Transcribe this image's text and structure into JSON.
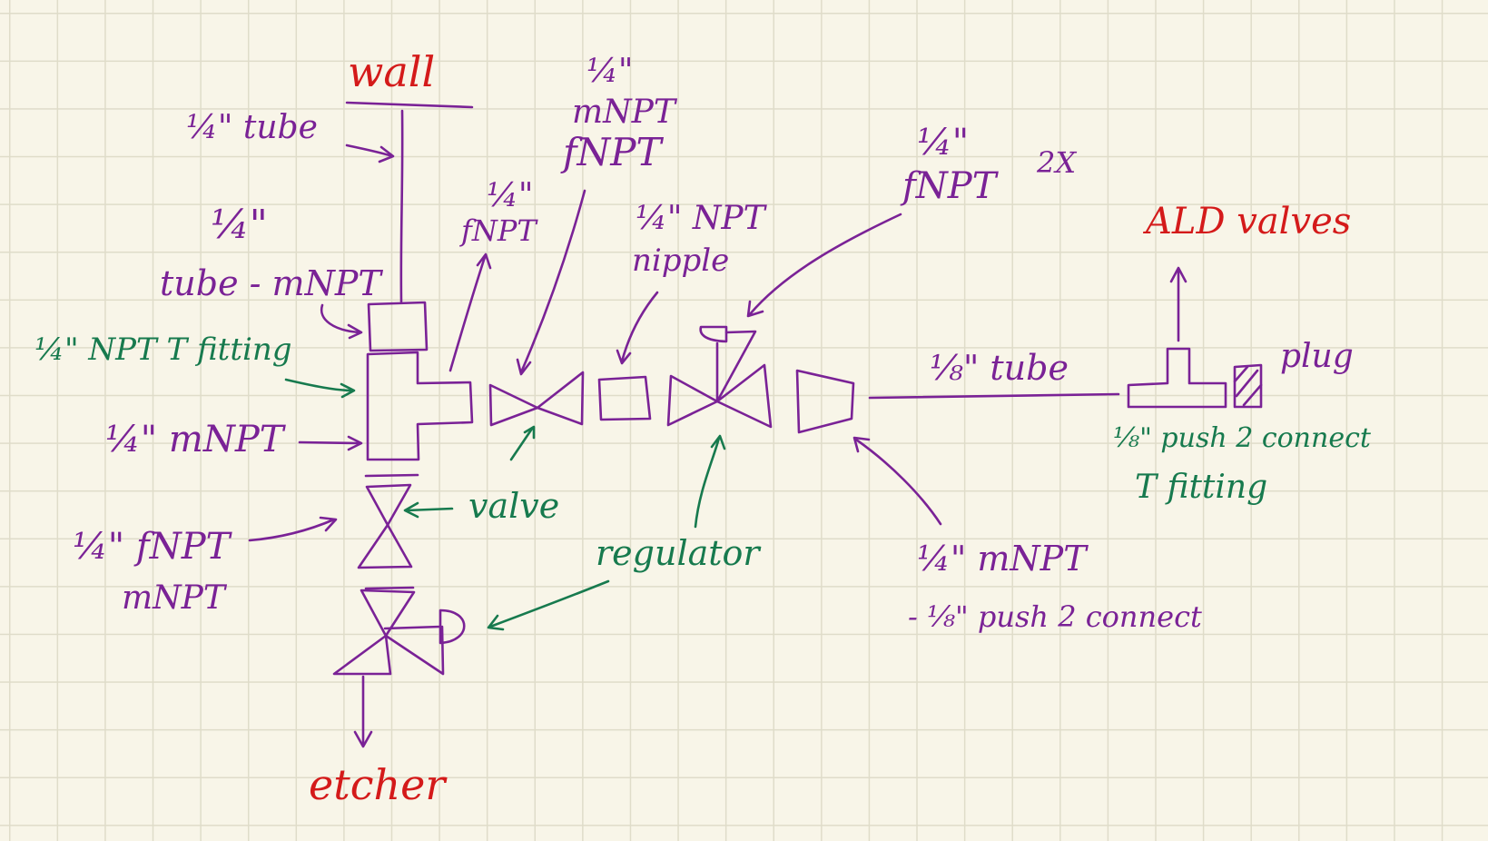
{
  "targets": {
    "wall": "wall",
    "etcher": "etcher",
    "ald_valves": "ALD valves"
  },
  "labels": {
    "quarter_tube": "¼\" tube",
    "quarter_tube_mnpt_frac": "¼\"",
    "quarter_tube_mnpt_text": "tube - mNPT",
    "npt_t_fitting": "¼\" NPT T fitting",
    "quarter_mnpt_left": "¼\" mNPT",
    "quarter_fnpt_mnpt_1": "¼\" fNPT",
    "quarter_fnpt_mnpt_2": "mNPT",
    "valve": "valve",
    "regulator": "regulator",
    "quarter_fnpt_1": "¼\"",
    "quarter_fnpt_2": "fNPT",
    "mnpt_fnpt_1": "¼\"",
    "mnpt_fnpt_2": "mNPT",
    "mnpt_fnpt_3": "fNPT",
    "npt_nipple_1": "¼\" NPT",
    "npt_nipple_2": "nipple",
    "fnpt_2x_frac": "¼\"",
    "fnpt_2x_text": "fNPT",
    "fnpt_2x_count": "2X",
    "eighth_tube": "⅛\" tube",
    "plug": "plug",
    "push_t_fitting_1": "⅛\" push 2 connect",
    "push_t_fitting_2": "T fitting",
    "mnpt_push_1": "¼\" mNPT",
    "mnpt_push_2": "- ⅛\" push 2 connect"
  },
  "colors": {
    "paper": "#f8f5e8",
    "grid": "#dfdcc9",
    "purple_ink": "#7a2296",
    "green_ink": "#177a4e",
    "red_ink": "#d41a1a"
  }
}
